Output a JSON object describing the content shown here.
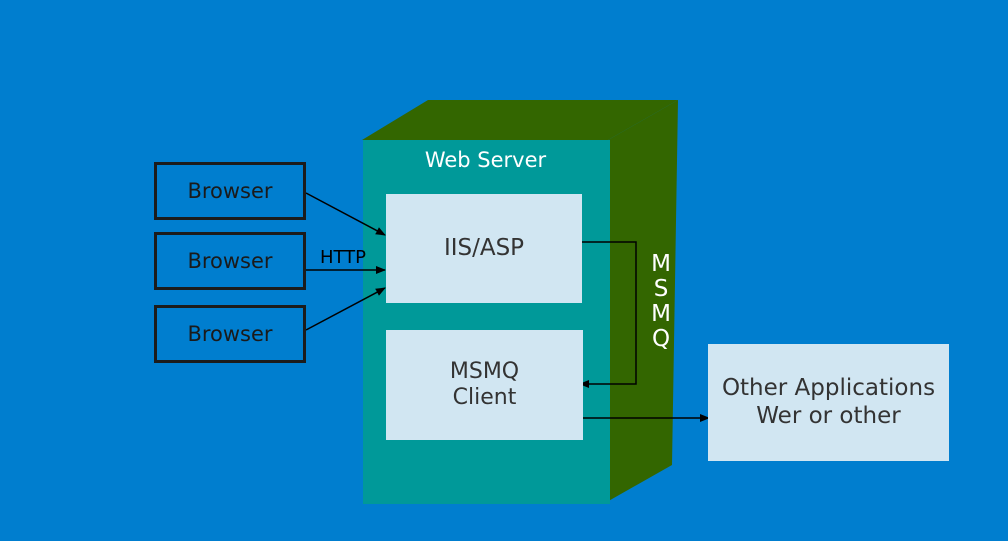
{
  "browsers": [
    {
      "label": "Browser"
    },
    {
      "label": "Browser"
    },
    {
      "label": "Browser"
    }
  ],
  "http_label": "HTTP",
  "web_server": {
    "title": "Web Server",
    "iis": "IIS/ASP",
    "msmq_client_line1": "MSMQ",
    "msmq_client_line2": "Client",
    "msmq_vertical": [
      "M",
      "S",
      "M",
      "Q"
    ]
  },
  "other_apps": {
    "line1": "Other Applications",
    "line2": "Wer or other"
  },
  "colors": {
    "background": "#007ecf",
    "server_front": "#009999",
    "server_side": "#336600",
    "light_box": "#d1e6f2"
  }
}
